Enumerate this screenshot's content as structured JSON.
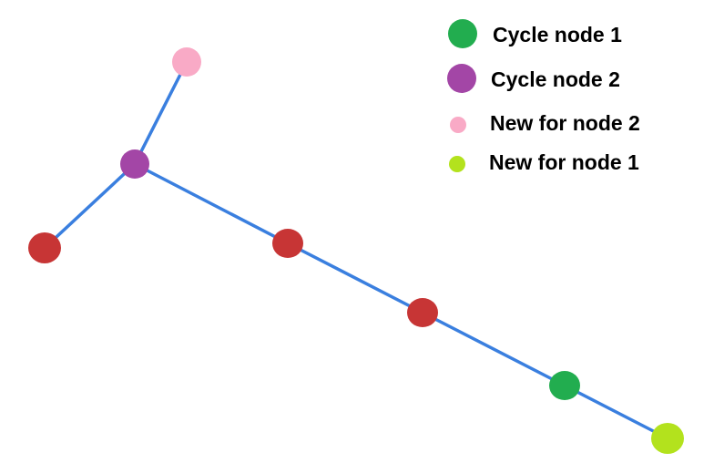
{
  "colors": {
    "edge": "#3a7fdf",
    "cycle_node_1": "#22ad4f",
    "cycle_node_2": "#a346a6",
    "new_for_node_2": "#f9aac6",
    "new_for_node_1": "#b3e21d",
    "plain_node": "#c73535"
  },
  "legend": {
    "items": [
      {
        "label": "Cycle node 1",
        "color_key": "cycle_node_1"
      },
      {
        "label": "Cycle node 2",
        "color_key": "cycle_node_2"
      },
      {
        "label": "New for node 2",
        "color_key": "new_for_node_2"
      },
      {
        "label": "New for node 1",
        "color_key": "new_for_node_1"
      }
    ]
  },
  "graph": {
    "nodes": [
      {
        "id": "pink",
        "color_key": "new_for_node_2"
      },
      {
        "id": "purple",
        "color_key": "cycle_node_2"
      },
      {
        "id": "red-left",
        "color_key": "plain_node"
      },
      {
        "id": "red-1",
        "color_key": "plain_node"
      },
      {
        "id": "red-2",
        "color_key": "plain_node"
      },
      {
        "id": "green",
        "color_key": "cycle_node_1"
      },
      {
        "id": "lime",
        "color_key": "new_for_node_1"
      }
    ],
    "edges": [
      [
        "purple",
        "pink"
      ],
      [
        "purple",
        "red-left"
      ],
      [
        "purple",
        "red-1"
      ],
      [
        "red-1",
        "red-2"
      ],
      [
        "red-2",
        "green"
      ],
      [
        "green",
        "lime"
      ]
    ]
  }
}
